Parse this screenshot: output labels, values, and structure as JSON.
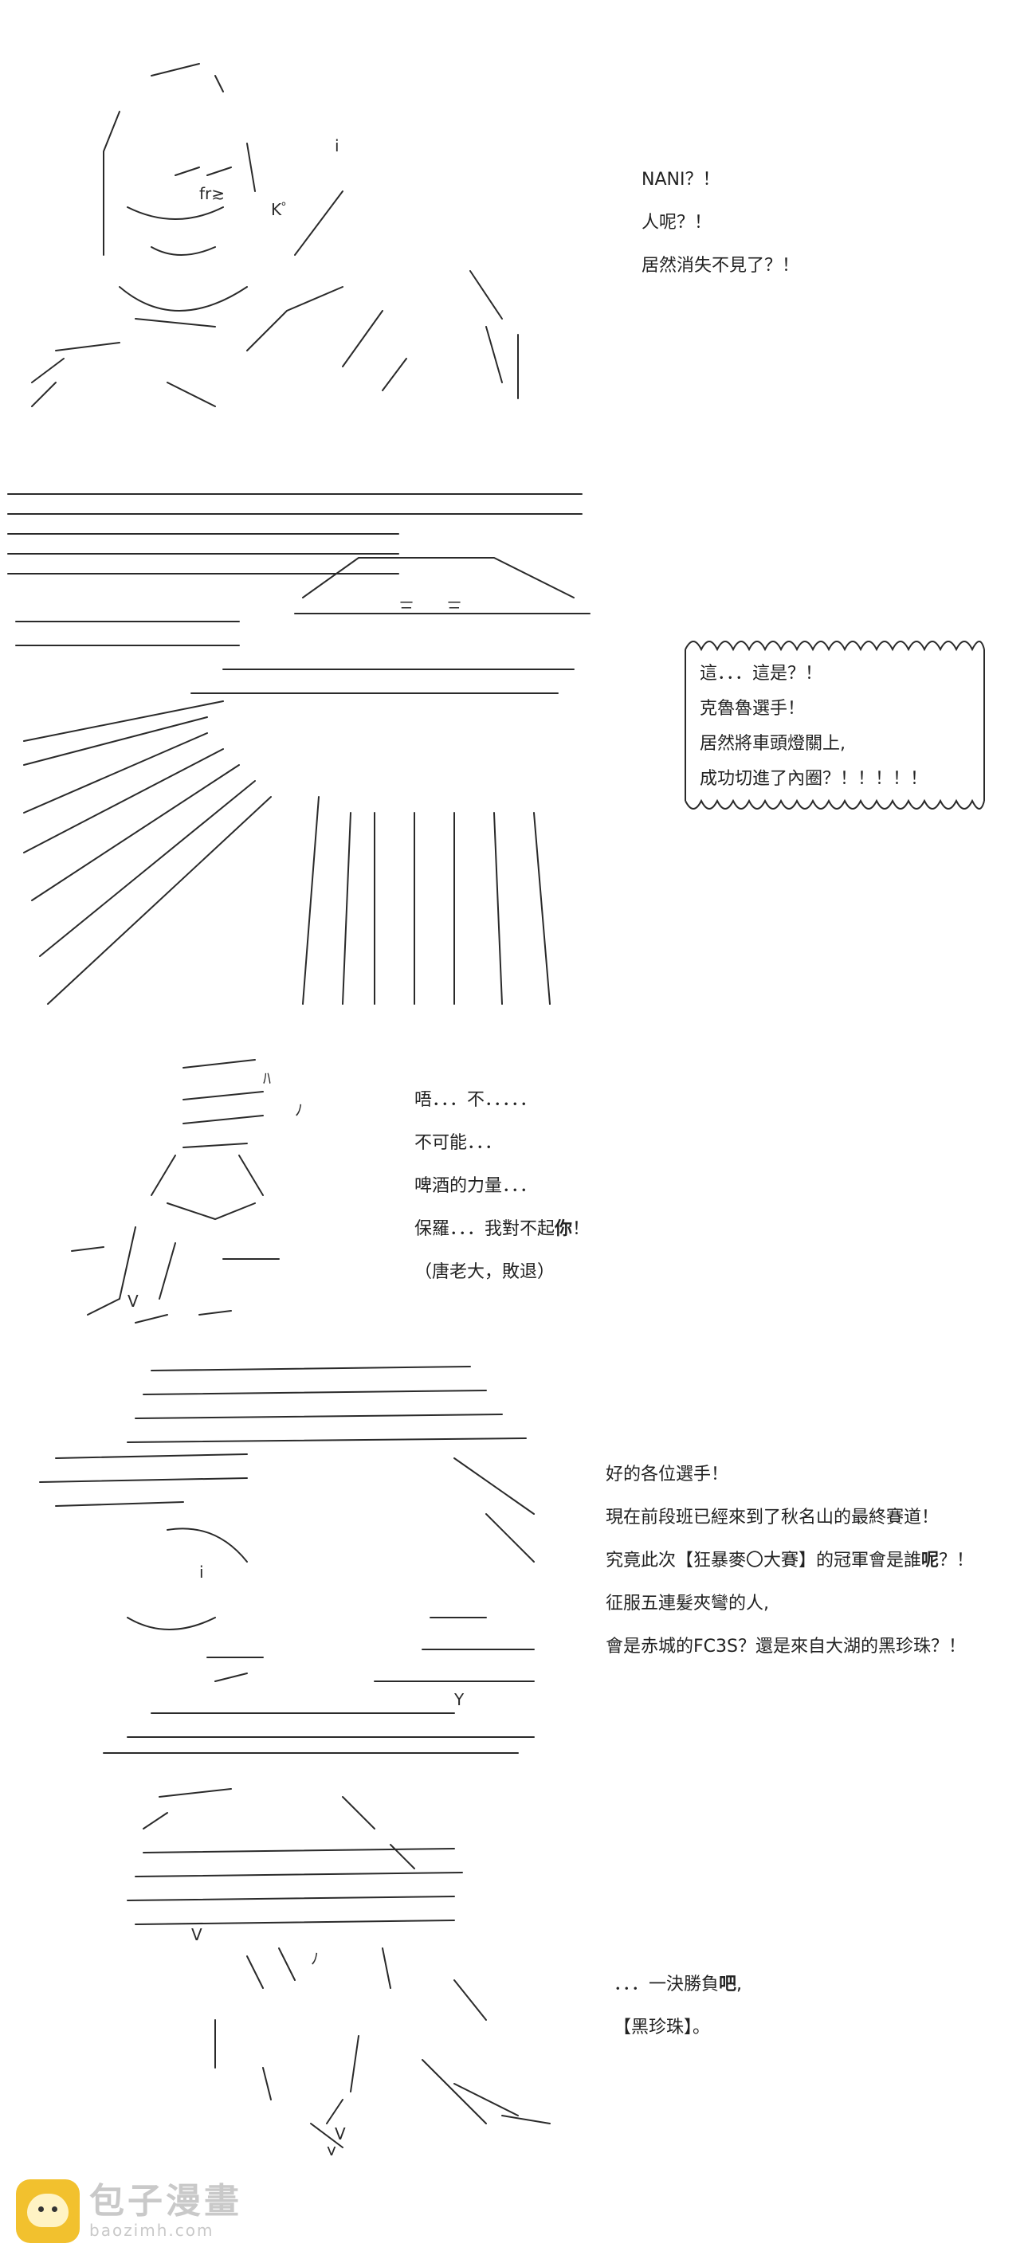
{
  "panel1": {
    "lines": [
      "NANI？！",
      "人呢？！",
      "居然消失不見了？！"
    ]
  },
  "panel2": {
    "bubble": [
      "這．．．這是？！",
      "克魯魯選手！",
      "居然將車頭燈關上,",
      "成功切進了內圈？！！！！！"
    ]
  },
  "panel3": {
    "lines": [
      {
        "pre": "唔．．．不．．．．．",
        "bold": ""
      },
      {
        "pre": "不可能．．．",
        "bold": ""
      },
      {
        "pre": "啤酒的力量．．．",
        "bold": ""
      },
      {
        "pre": "保羅．．．我對不起",
        "bold": "你",
        "post": "！"
      },
      {
        "pre": "（唐老大，敗退）",
        "bold": ""
      }
    ]
  },
  "panel4": {
    "lines": [
      {
        "pre": "好的各位選手！",
        "bold": ""
      },
      {
        "pre": "現在前段班已經來到了秋名山的最終賽道！",
        "bold": ""
      },
      {
        "pre": "究竟此次【狂暴麥〇大賽】的冠軍會是誰",
        "bold": "呢",
        "post": "？！"
      },
      {
        "pre": "征服五連髮夾彎的人,",
        "bold": ""
      },
      {
        "pre": "會是赤城的FC3S？還是來自大湖的黑珍珠？！",
        "bold": ""
      }
    ]
  },
  "panel5": {
    "lines": [
      {
        "pre": "．．．一決勝負",
        "bold": "吧",
        "post": ","
      },
      {
        "pre": "【黑珍珠】。",
        "bold": ""
      }
    ]
  },
  "watermark": {
    "title": "包子漫畫",
    "url": "baozimh.com"
  }
}
